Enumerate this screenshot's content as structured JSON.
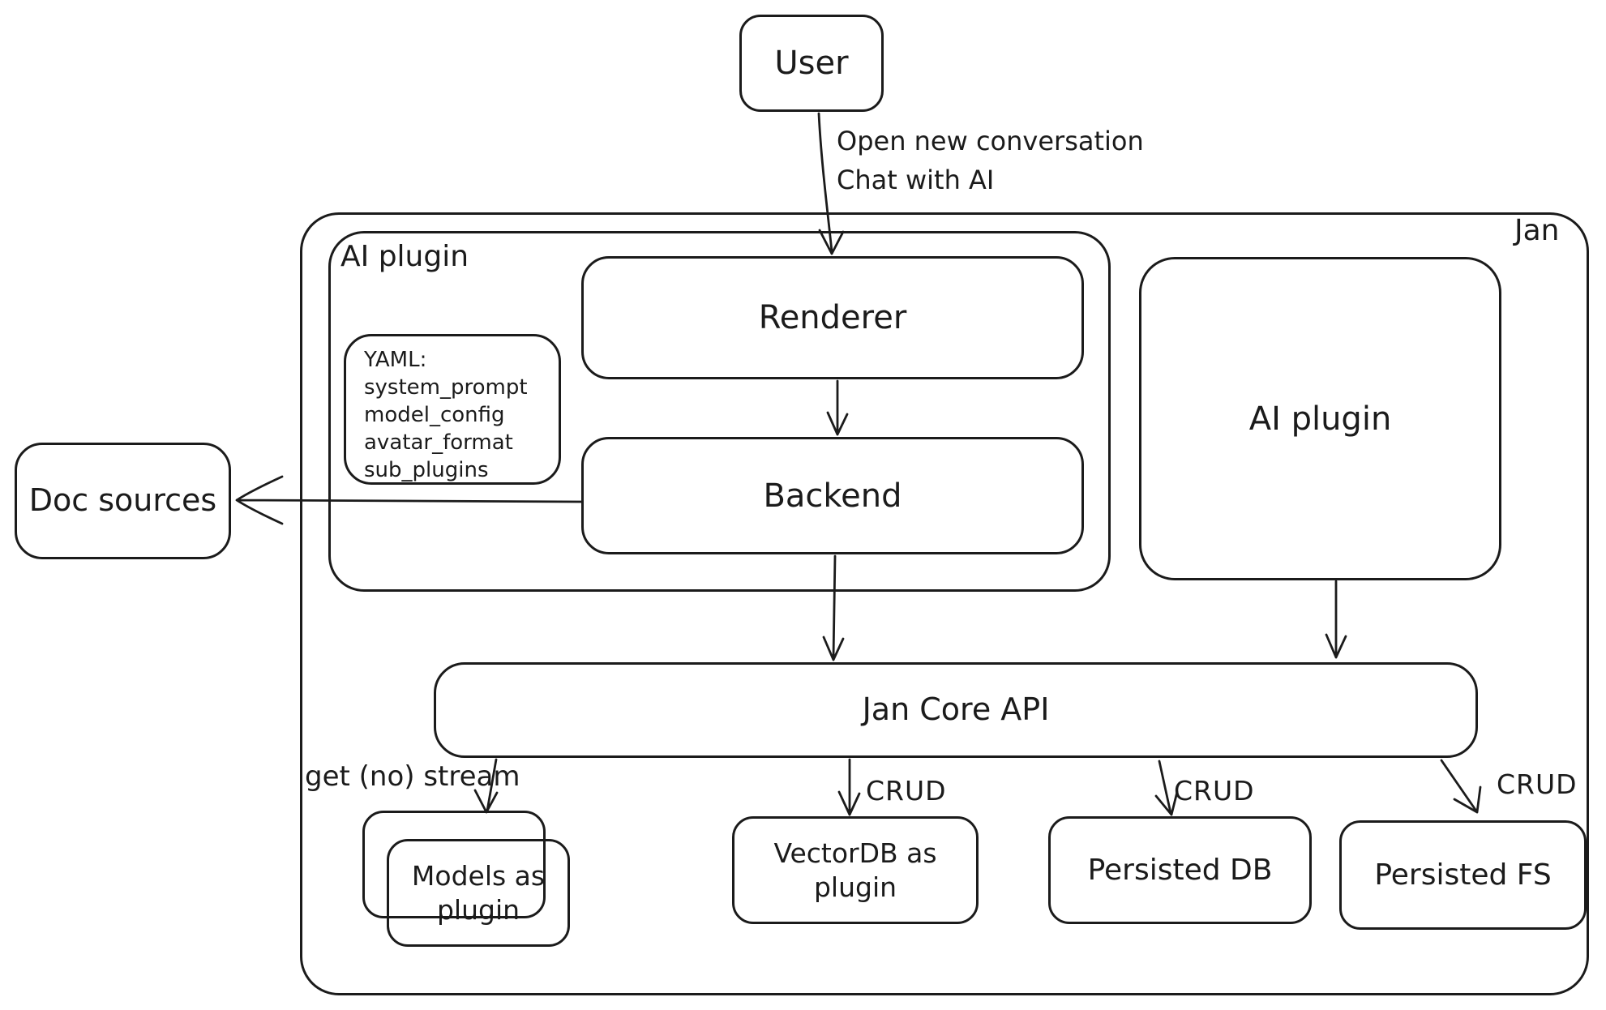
{
  "diagram": {
    "nodes": {
      "user": "User",
      "renderer": "Renderer",
      "backend": "Backend",
      "yaml_note": "YAML:\nsystem_prompt\nmodel_config\navatar_format\nsub_plugins",
      "doc_sources": "Doc sources",
      "ai_plugin_container": "AI plugin",
      "ai_plugin_right": "AI plugin",
      "jan_container": "Jan",
      "jan_core_api": "Jan Core API",
      "models_as_plugin": "Models as plugin",
      "vectordb_as_plugin": "VectorDB as plugin",
      "persisted_db": "Persisted DB",
      "persisted_fs": "Persisted FS"
    },
    "edge_labels": {
      "user_flow": "Open new conversation\nChat with AI",
      "get_no_stream": "get (no) stream",
      "crud": "CRUD"
    },
    "colors": {
      "stroke": "#1b1b1b",
      "background": "#ffffff"
    }
  }
}
